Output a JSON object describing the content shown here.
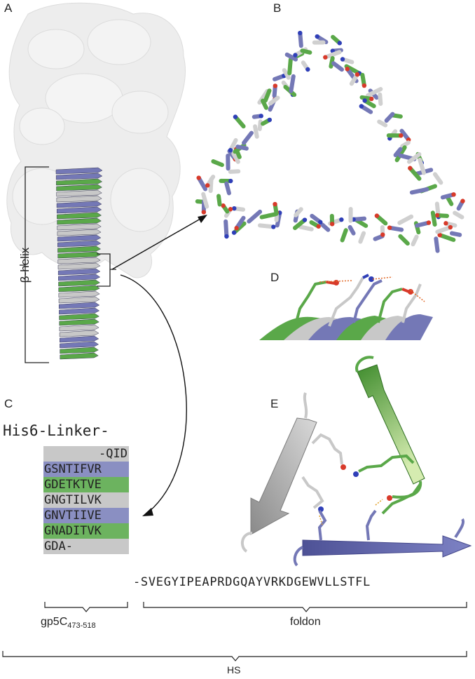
{
  "panels": {
    "a": "A",
    "b": "B",
    "c": "C",
    "d": "D",
    "e": "E"
  },
  "panel_a": {
    "bracket_label": "β-helix"
  },
  "panel_c": {
    "prefix": "His6-Linker-",
    "rows": [
      {
        "text": "-QID",
        "color": "#c8c8c8"
      },
      {
        "text": "GSNTIFVR",
        "color": "#8a8fc2"
      },
      {
        "text": "GDETKTVE",
        "color": "#6cb35f"
      },
      {
        "text": "GNGTILVK",
        "color": "#c8c8c8"
      },
      {
        "text": "GNVTIIVE",
        "color": "#8a8fc2"
      },
      {
        "text": "GNADITVK",
        "color": "#6cb35f"
      },
      {
        "text": "GDA-",
        "color": "#c8c8c8"
      }
    ],
    "foldon_sequence": "-SVEGYIPEAPRDGQAYVRKDGEWVLLSTFL",
    "gp5c_label": "gp5C",
    "gp5c_subscript": "473-518",
    "foldon_label": "foldon",
    "hs_label": "HS"
  },
  "colors": {
    "green": "#5aa849",
    "blue": "#7478b6",
    "grey": "#c8c8c8",
    "oxygen": "#d83a2a",
    "nitrogen": "#2f3fb8"
  }
}
